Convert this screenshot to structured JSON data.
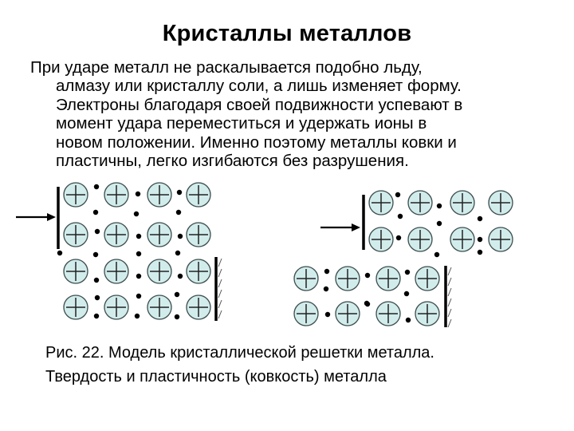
{
  "slide": {
    "title": "Кристаллы металлов",
    "body_lines": [
      "При ударе металл не раскалывается подобно льду,",
      "алмазу или кристаллу соли, а лишь изменяет форму.",
      "Электроны благодаря своей подвижности успевают в",
      "момент удара переместиться и удержать ионы в",
      "новом положении. Именно поэтому металлы ковки и",
      "пластичны, легко изгибаются без разрушения."
    ],
    "caption_lines": [
      "Рис. 22. Модель кристаллической решетки металла.",
      "Твердость и пластичность (ковкость) металла"
    ]
  },
  "diagram": {
    "ion_symbol": "+",
    "ion_fill": "#d2ecec",
    "ion_stroke": "#3c4c4c",
    "electron_color": "#000000",
    "left_lattice": {
      "rows": 4,
      "cols": 4
    },
    "right_lattice": {
      "rows": 4,
      "cols": 4,
      "shifted_rows": 2
    }
  }
}
